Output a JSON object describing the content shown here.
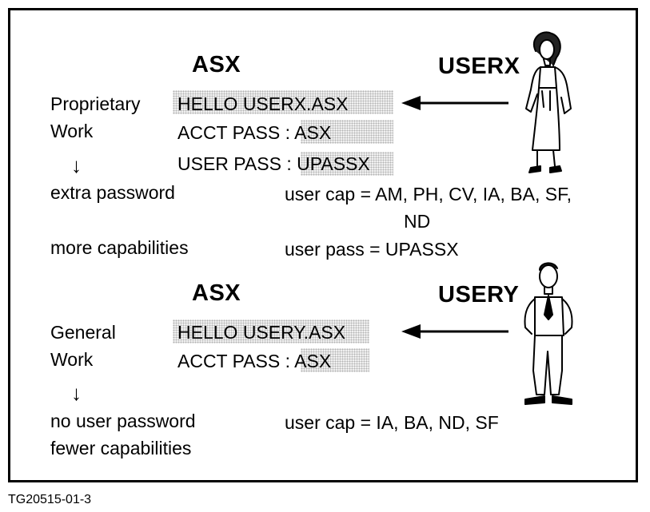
{
  "caption": "TG20515-01-3",
  "top": {
    "system": "ASX",
    "user": "USERX",
    "left_labels": [
      "Proprietary",
      "Work",
      "extra password",
      "more capabilities"
    ],
    "commands": [
      "HELLO USERX.ASX",
      "ACCT PASS : ",
      "USER PASS : "
    ],
    "command_values": [
      "ASX",
      "UPASSX"
    ],
    "cap_line1": "user   cap  =  AM, PH, CV, IA, BA, SF,",
    "cap_line2": "ND",
    "pass_line": "user pass  =  UPASSX"
  },
  "bottom": {
    "system": "ASX",
    "user": "USERY",
    "left_labels": [
      "General",
      "Work",
      "no user password",
      "fewer  capabilities"
    ],
    "commands": [
      "HELLO USERY.ASX",
      "ACCT PASS : "
    ],
    "command_values": [
      "ASX"
    ],
    "cap_line": "user cap  =  IA, BA, ND, SF"
  },
  "icons": [
    "arrow-left-icon",
    "arrow-down-icon",
    "woman-user-icon",
    "man-user-icon"
  ]
}
